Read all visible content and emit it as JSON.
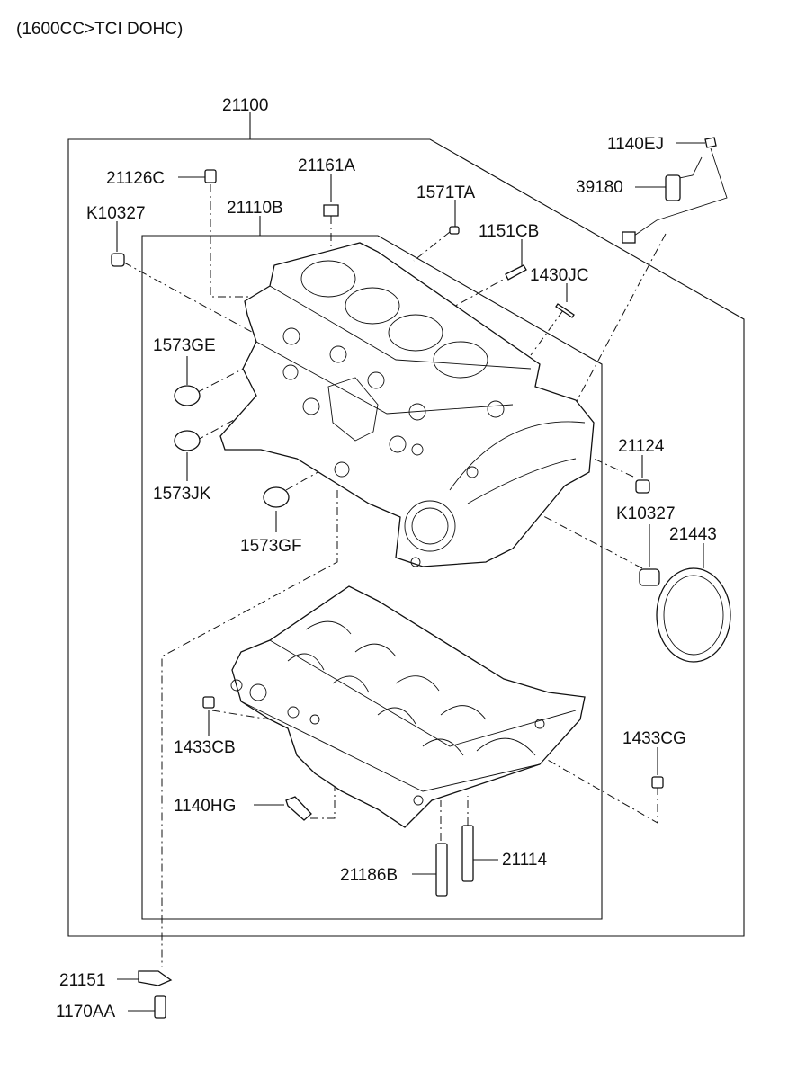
{
  "header": {
    "title": "(1600CC>TCI DOHC)"
  },
  "labels": {
    "p21100": "21100",
    "p21126C": "21126C",
    "p21161A": "21161A",
    "p1571TA": "1571TA",
    "pK10327a": "K10327",
    "p21110B": "21110B",
    "p1151CB": "1151CB",
    "p1430JC": "1430JC",
    "p1140EJ": "1140EJ",
    "p39180": "39180",
    "p1573GE": "1573GE",
    "p1573JK": "1573JK",
    "p1573GF": "1573GF",
    "p21124": "21124",
    "pK10327b": "K10327",
    "p21443": "21443",
    "p1433CB": "1433CB",
    "p1433CG": "1433CG",
    "p1140HG": "1140HG",
    "p21114": "21114",
    "p21186B": "21186B",
    "p21151": "21151",
    "p1170AA": "1170AA"
  }
}
